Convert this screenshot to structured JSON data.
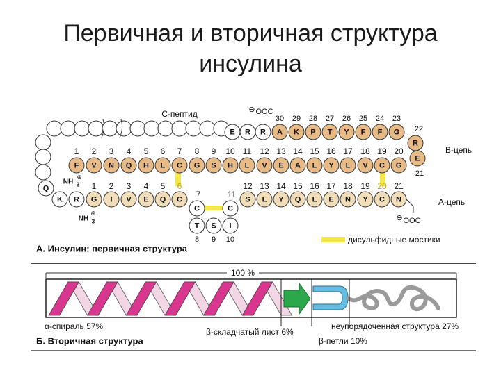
{
  "title": {
    "line1": "Первичная и вторичная структура",
    "line2": "инсулина"
  },
  "colors": {
    "bchain": "#e7ba86",
    "achain": "#f1ddb8",
    "peptide": "#ffffff",
    "disulfide": "#f2e84a",
    "helix_pink": "#d9368f",
    "helix_light": "#f3d6e6",
    "sheet_green": "#2aa84b",
    "loop_blue": "#66bde4",
    "grey_strand": "#9a9a9a"
  },
  "peptide_label": "C-пептид",
  "b_chain": {
    "label": "B-цепь",
    "row1_nums": [
      "1",
      "2",
      "3",
      "4",
      "5",
      "6",
      "7",
      "8",
      "9",
      "10",
      "11",
      "12",
      "13",
      "14",
      "15",
      "16",
      "17",
      "18",
      "19",
      "20"
    ],
    "row1_res": [
      "F",
      "V",
      "N",
      "Q",
      "H",
      "L",
      "C",
      "G",
      "S",
      "H",
      "L",
      "V",
      "E",
      "A",
      "L",
      "Y",
      "L",
      "V",
      "C",
      "G"
    ],
    "row2_nums": [
      "30",
      "29",
      "28",
      "27",
      "26",
      "25",
      "24",
      "23"
    ],
    "row2_res": [
      "A",
      "K",
      "P",
      "T",
      "Y",
      "F",
      "F",
      "G"
    ],
    "turn": [
      {
        "num": "22",
        "res": "R"
      },
      {
        "num": "21",
        "res": "E"
      }
    ],
    "start_res": [
      "E",
      "R",
      "R"
    ],
    "coo": "OOC",
    "nh3": "NH",
    "nh3_sub": "3"
  },
  "a_chain": {
    "label": "A-цепь",
    "nums_left": [
      "1",
      "2",
      "3",
      "4",
      "5",
      "6"
    ],
    "res_left": [
      "G",
      "I",
      "V",
      "E",
      "Q",
      "C"
    ],
    "res_prefix": [
      "K",
      "R"
    ],
    "loop_nums": [
      "7",
      "8",
      "9",
      "10",
      "11"
    ],
    "loop_res": [
      "C",
      "T",
      "S",
      "I",
      "C"
    ],
    "nums_right": [
      "12",
      "13",
      "14",
      "15",
      "16",
      "17",
      "18",
      "19",
      "20",
      "21"
    ],
    "res_right": [
      "S",
      "L",
      "Y",
      "Q",
      "L",
      "E",
      "N",
      "Y",
      "C",
      "N"
    ],
    "coo": "OOC",
    "nh3": "NH",
    "nh3_sub": "3",
    "q_res": "Q"
  },
  "caption_a": "A. Инсулин: первичная структура",
  "legend_disulfide": "дисульфидные мостики",
  "secondary": {
    "percent_total": "100 %",
    "helix_label": "α-спираль 57%",
    "sheet_label": "β-складчатый лист 6%",
    "loop_label": "β-петли 10%",
    "random_label": "неупорядоченная структура 27%",
    "caption_b": "Б. Вторичная структура"
  }
}
